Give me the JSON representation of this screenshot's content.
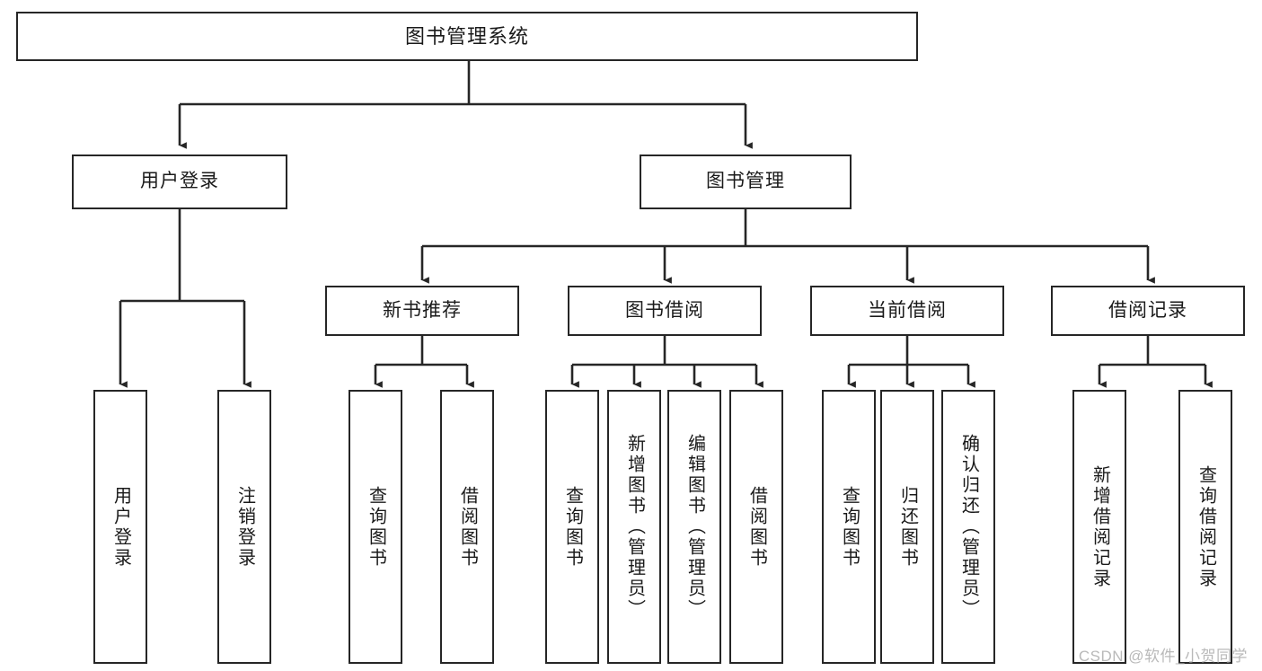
{
  "diagram": {
    "type": "tree",
    "title": "图书管理系统",
    "watermark": "CSDN @软件_小贺同学",
    "colors": {
      "stroke": "#262626",
      "fill": "#ffffff",
      "text": "#1a1a1a",
      "watermark": "#b9b9b9"
    },
    "nodes": {
      "root": "图书管理系统",
      "level2": {
        "user_login": "用户登录",
        "book_manage": "图书管理"
      },
      "level3": {
        "new_book_rec": "新书推荐",
        "book_borrow": "图书借阅",
        "current_borrow": "当前借阅",
        "borrow_record": "借阅记录"
      },
      "leaves": {
        "user_login_1": "用户登录",
        "user_login_2": "注销登录",
        "new_book_rec_1": "查询图书",
        "new_book_rec_2": "借阅图书",
        "book_borrow_1": "查询图书",
        "book_borrow_2": "新增图书（管理员）",
        "book_borrow_3": "编辑图书（管理员）",
        "book_borrow_4": "借阅图书",
        "current_borrow_1": "查询图书",
        "current_borrow_2": "归还图书",
        "current_borrow_3": "确认归还（管理员）",
        "borrow_record_1": "新增借阅记录",
        "borrow_record_2": "查询借阅记录"
      }
    },
    "edges": [
      {
        "from": "root",
        "to": "user_login"
      },
      {
        "from": "root",
        "to": "book_manage"
      },
      {
        "from": "user_login",
        "to": "user_login_1"
      },
      {
        "from": "user_login",
        "to": "user_login_2"
      },
      {
        "from": "book_manage",
        "to": "new_book_rec"
      },
      {
        "from": "book_manage",
        "to": "book_borrow"
      },
      {
        "from": "book_manage",
        "to": "current_borrow"
      },
      {
        "from": "book_manage",
        "to": "borrow_record"
      },
      {
        "from": "new_book_rec",
        "to": "new_book_rec_1"
      },
      {
        "from": "new_book_rec",
        "to": "new_book_rec_2"
      },
      {
        "from": "book_borrow",
        "to": "book_borrow_1"
      },
      {
        "from": "book_borrow",
        "to": "book_borrow_2"
      },
      {
        "from": "book_borrow",
        "to": "book_borrow_3"
      },
      {
        "from": "book_borrow",
        "to": "book_borrow_4"
      },
      {
        "from": "current_borrow",
        "to": "current_borrow_1"
      },
      {
        "from": "current_borrow",
        "to": "current_borrow_2"
      },
      {
        "from": "current_borrow",
        "to": "current_borrow_3"
      },
      {
        "from": "borrow_record",
        "to": "borrow_record_1"
      },
      {
        "from": "borrow_record",
        "to": "borrow_record_2"
      }
    ]
  }
}
